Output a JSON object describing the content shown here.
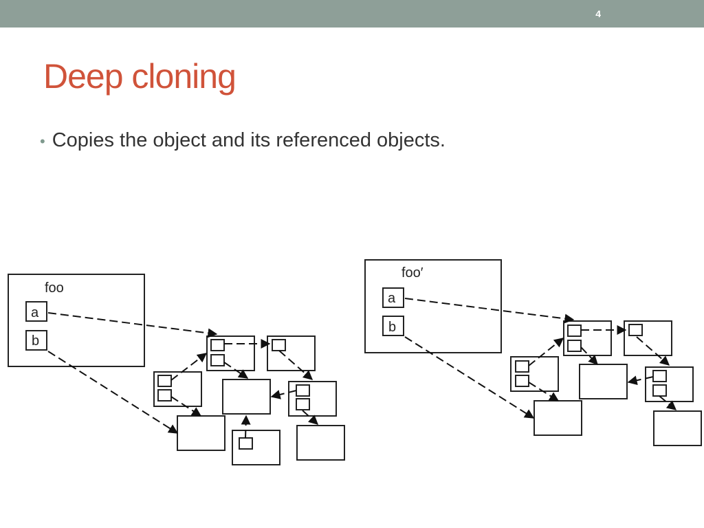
{
  "slide": {
    "number": "4",
    "title": "Deep cloning",
    "bullets": [
      "Copies the object and its referenced objects."
    ]
  },
  "diagram": {
    "original": {
      "object_label": "foo",
      "field_a": "a",
      "field_b": "b"
    },
    "clone": {
      "object_label": "foo′",
      "field_a": "a",
      "field_b": "b"
    }
  }
}
